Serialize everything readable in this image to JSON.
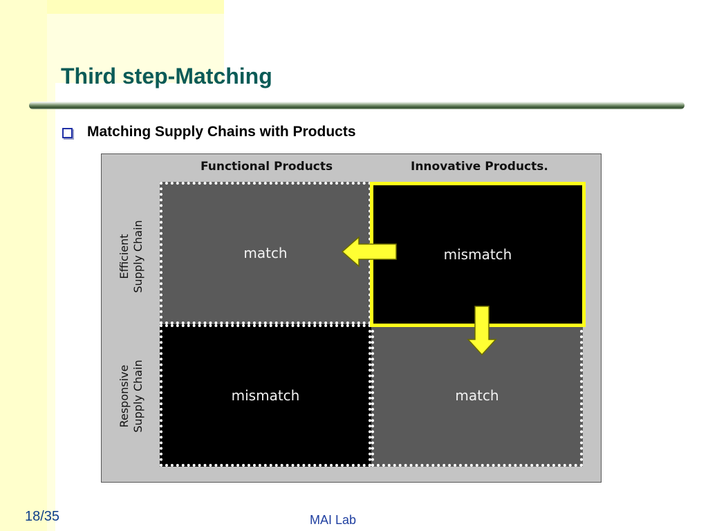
{
  "slide": {
    "title": "Third step-Matching",
    "bullet": "Matching Supply Chains with Products",
    "page_number": "18/35",
    "footer": "MAI Lab"
  },
  "matrix": {
    "columns": [
      "Functional Products",
      "Innovative Products."
    ],
    "rows": [
      "Efficient\nSupply Chain",
      "Responsive\nSupply Chain"
    ],
    "cells": [
      [
        "match",
        "mismatch"
      ],
      [
        "mismatch",
        "match"
      ]
    ]
  },
  "colors": {
    "title": "#0b5b57",
    "highlight": "#ffff1a",
    "arrow": "#ffff33",
    "quad_dark": "#000000",
    "quad_grey": "#5a5a5a"
  }
}
